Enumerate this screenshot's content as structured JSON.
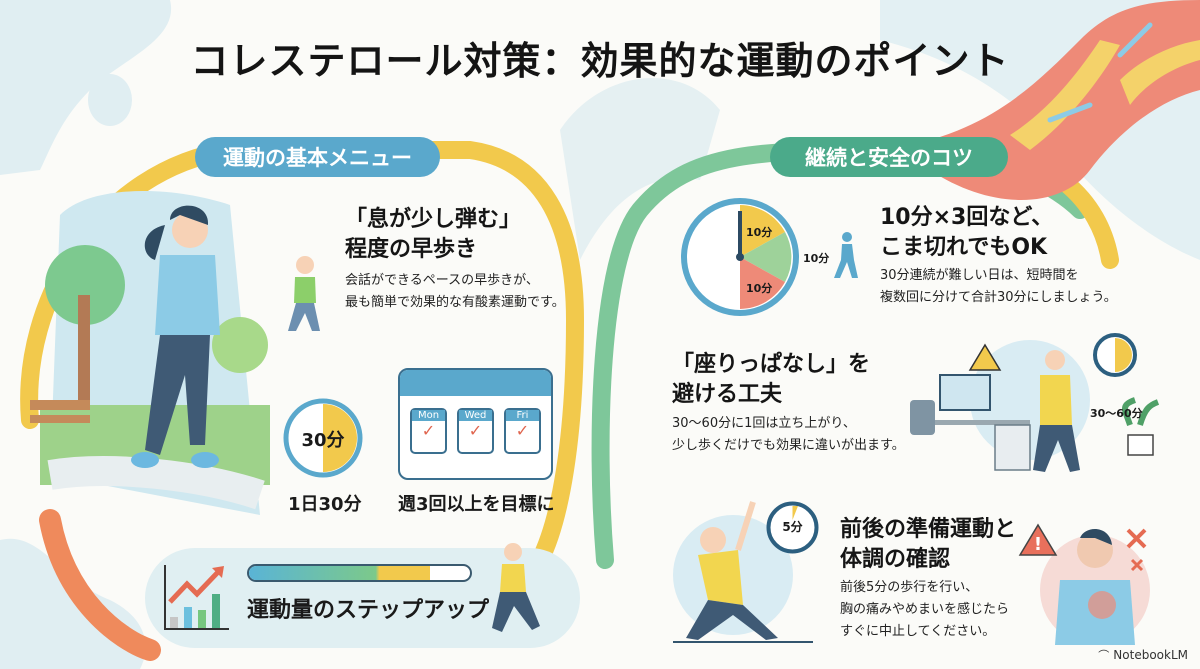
{
  "title": "コレステロール対策：効果的な運動のポイント",
  "sections": {
    "left": {
      "header": "運動の基本メニュー",
      "header_color": "#5aa8cc",
      "walk": {
        "heading_line1": "「息が少し弾む」",
        "heading_line2": "程度の早歩き",
        "body_line1": "会話ができるペースの早歩きが、",
        "body_line2": "最も簡単で効果的な有酸素運動です。"
      },
      "timer": {
        "value": "30分",
        "label": "1日30分"
      },
      "calendar": {
        "days": [
          "Mon",
          "Wed",
          "Fri"
        ],
        "label": "週3回以上を目標に"
      },
      "stepup": {
        "label": "運動量のステップアップ"
      }
    },
    "right": {
      "header": "継続と安全のコツ",
      "header_color": "#4baa8a",
      "split": {
        "clock_segments": [
          "10分",
          "10分",
          "10分"
        ],
        "heading_line1": "10分×3回など、",
        "heading_line2": "こま切れでもOK",
        "body_line1": "30分連続が難しい日は、短時間を",
        "body_line2": "複数回に分けて合計30分にしましょう。"
      },
      "sitting": {
        "heading_line1": "「座りっぱなし」を",
        "heading_line2": "避ける工夫",
        "body_line1": "30〜60分に1回は立ち上がり、",
        "body_line2": "少し歩くだけでも効果に違いが出ます。",
        "clock_label": "30〜60分"
      },
      "warmup": {
        "timer_value": "5分",
        "heading_line1": "前後の準備運動と",
        "heading_line2": "体調の確認",
        "body_line1": "前後5分の歩行を行い、",
        "body_line2": "胸の痛みやめまいを感じたら",
        "body_line3": "すぐに中止してください。"
      }
    }
  },
  "credit": "NotebookLM",
  "colors": {
    "blue": "#5aa8cc",
    "green": "#4baa8a",
    "yellow": "#f2c94c",
    "red": "#ea7a64",
    "bg_blob": "#dfeef2"
  }
}
